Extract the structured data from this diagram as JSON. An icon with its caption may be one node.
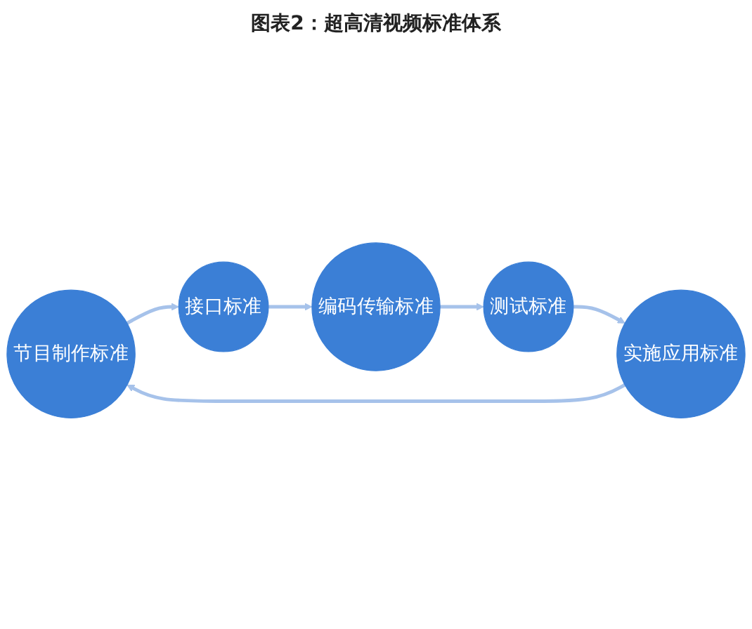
{
  "diagram": {
    "title": "图表2：超高清视频标准体系",
    "nodes": [
      {
        "text": [
          "节目制作标准"
        ]
      },
      {
        "text": [
          "接口标准"
        ]
      },
      {
        "text": [
          "编码传输标准"
        ]
      },
      {
        "text": [
          "测试标准"
        ]
      },
      {
        "text": [
          "实施应用标准"
        ]
      }
    ],
    "edges": [
      {
        "from": 0,
        "to": 1,
        "arrow": "to"
      },
      {
        "from": 1,
        "to": 2,
        "arrow": "to"
      },
      {
        "from": 2,
        "to": 3,
        "arrow": "to"
      },
      {
        "from": 3,
        "to": 4,
        "arrow": "to"
      },
      {
        "from": 4,
        "to": 0,
        "arrow": "to"
      }
    ]
  }
}
